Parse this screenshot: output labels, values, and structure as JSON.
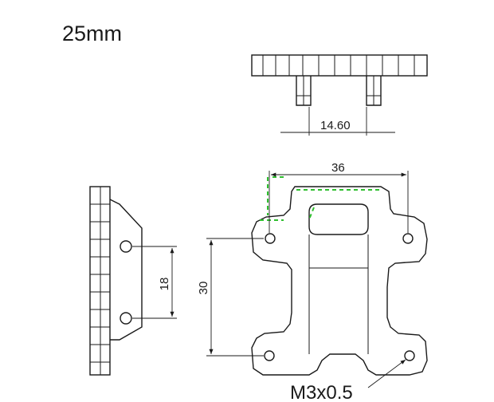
{
  "size_label": "25mm",
  "dimensions": {
    "pin_spacing": "14.60",
    "hole_span_width": "36",
    "side_hole_spacing": "18",
    "hole_span_height": "30",
    "thread_callout": "M3x0.5"
  },
  "colors": {
    "line": "#1a1a1a",
    "guide": "#2fbf2f",
    "background": "#ffffff"
  }
}
